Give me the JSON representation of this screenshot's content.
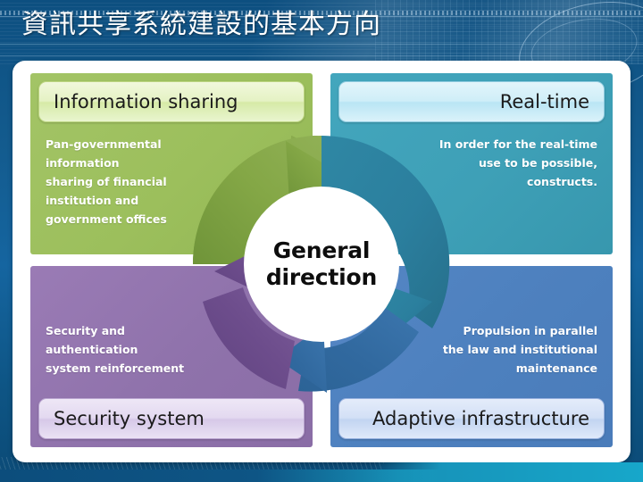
{
  "slide": {
    "title": "資訊共享系統建設的基本方向",
    "center_label_line1": "General",
    "center_label_line2": "direction"
  },
  "colors": {
    "green_panel": "#9cbf5c",
    "green_arrow": "#7fa241",
    "teal_panel": "#3ea0b7",
    "teal_arrow": "#2b7f9e",
    "purple_panel": "#8f72ab",
    "purple_arrow": "#6d4d8c",
    "blue_panel": "#4d80be",
    "blue_arrow": "#2f6aa5",
    "background_blue": "#135b8e",
    "bottom_strip_cyan": "#17a1c4",
    "card_white": "#ffffff"
  },
  "quadrants": [
    {
      "id": "information-sharing",
      "heading": "Information sharing",
      "body": "Pan-governmental information\nsharing of financial\ninstitution and\ngovernment offices",
      "position": "top-left",
      "heading_position": "top",
      "align": "left"
    },
    {
      "id": "real-time",
      "heading": "Real-time",
      "body": "In order for the real-time\nuse to be possible,\nconstructs.",
      "position": "top-right",
      "heading_position": "top",
      "align": "right"
    },
    {
      "id": "security-system",
      "heading": "Security system",
      "body": "Security and\nauthentication\nsystem reinforcement",
      "position": "bottom-left",
      "heading_position": "bottom",
      "align": "left"
    },
    {
      "id": "adaptive-infrastructure",
      "heading": "Adaptive infrastructure",
      "body": "Propulsion in parallel\nthe law and institutional\nmaintenance",
      "position": "bottom-right",
      "heading_position": "bottom",
      "align": "right"
    }
  ],
  "cycle": {
    "direction": "counterclockwise",
    "arrows": [
      {
        "name": "green-arrow",
        "from": "bottom-left-quadrant",
        "to": "top-right",
        "color": "#7fa241"
      },
      {
        "name": "teal-arrow",
        "from": "top-right",
        "to": "bottom-right",
        "color": "#2b7f9e"
      },
      {
        "name": "blue-arrow",
        "from": "bottom-right",
        "to": "bottom-left",
        "color": "#2f6aa5"
      },
      {
        "name": "purple-arrow",
        "from": "bottom-left",
        "to": "top-left",
        "color": "#6d4d8c"
      }
    ]
  }
}
